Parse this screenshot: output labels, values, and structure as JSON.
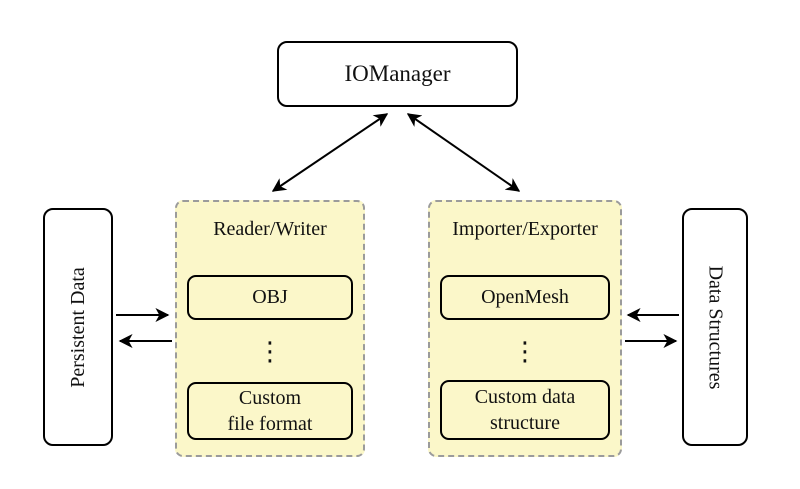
{
  "diagram": {
    "nodes": {
      "iomanager": {
        "label": "IOManager"
      },
      "persistent_data": {
        "label": "Persistent Data"
      },
      "data_structures": {
        "label": "Data Structures"
      },
      "reader_writer": {
        "title": "Reader/Writer",
        "ellipsis": "⋮",
        "items": [
          "OBJ",
          "Custom\nfile format"
        ]
      },
      "importer_exporter": {
        "title": "Importer/Exporter",
        "ellipsis": "⋮",
        "items": [
          "OpenMesh",
          "Custom data\nstructure"
        ]
      }
    },
    "edges": [
      {
        "from": "IOManager",
        "to": "Reader/Writer",
        "type": "bidirectional"
      },
      {
        "from": "IOManager",
        "to": "Importer/Exporter",
        "type": "bidirectional"
      },
      {
        "from": "Persistent Data",
        "to": "Reader/Writer",
        "type": "directed"
      },
      {
        "from": "Reader/Writer",
        "to": "Persistent Data",
        "type": "directed"
      },
      {
        "from": "Data Structures",
        "to": "Importer/Exporter",
        "type": "directed"
      },
      {
        "from": "Importer/Exporter",
        "to": "Data Structures",
        "type": "directed"
      }
    ],
    "colors": {
      "group_fill": "#FBF7C9",
      "group_border": "#9B9B9B",
      "node_fill": "#FFFFFF",
      "line": "#000000"
    }
  }
}
